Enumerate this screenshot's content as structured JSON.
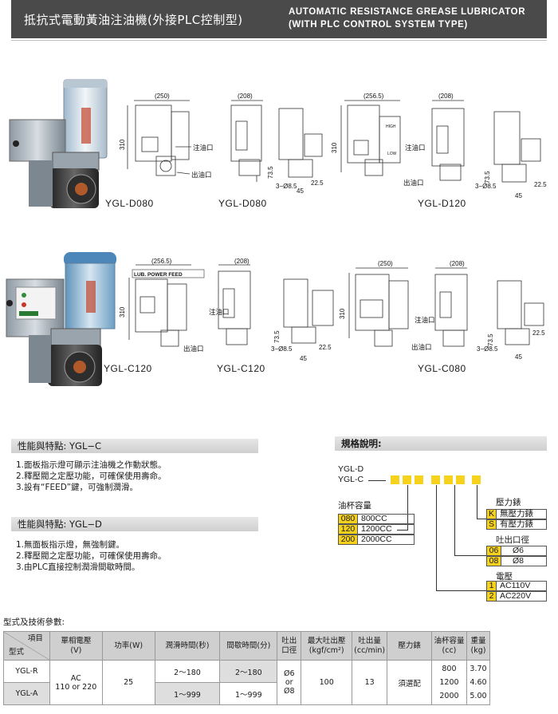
{
  "header": {
    "title_zh": "抵抗式電動黃油注油機(外接PLC控制型)",
    "title_en_line1": "AUTOMATIC RESISTANCE GREASE LUBRICATOR",
    "title_en_line2": "(WITH PLC CONTROL SYSTEM TYPE)"
  },
  "drawings": {
    "top_models": [
      "YGL-D080",
      "YGL-D080",
      "YGL-D120"
    ],
    "bottom_models": [
      "YGL-C120",
      "YGL-C120",
      "YGL-C080"
    ],
    "dims": {
      "w250": "(250)",
      "w208": "(208)",
      "w2565": "(256.5)",
      "h310": "310",
      "h735": "73.5",
      "d225": "22.5",
      "d45": "45",
      "outlet": "3−Ø8.5",
      "inlet_label": "注油口",
      "outlet_label": "出油口",
      "low": "LOW",
      "high": "HIGH",
      "lub_power_feed": "LUB. POWER FEED"
    }
  },
  "features_c": {
    "title": "性能與特點: YGL−C",
    "items": [
      "1.面板指示燈可顯示注油機之作動狀態。",
      "2.釋壓閥之定壓功能，可確保使用壽命。",
      "3.設有“FEED”鍵，可強制潤滑。"
    ]
  },
  "features_d": {
    "title": "性能與特點: YGL−D",
    "items": [
      "1.無面板指示燈，無強制鍵。",
      "2.釋壓閥之定壓功能，可確保使用壽命。",
      "3.由PLC直接控制潤滑間歇時間。"
    ]
  },
  "spec": {
    "title": "規格說明:",
    "code_d": "YGL-D",
    "code_c": "YGL-C",
    "cup_title": "油杯容量",
    "cup": [
      {
        "k": "080",
        "v": "800CC"
      },
      {
        "k": "120",
        "v": "1200CC"
      },
      {
        "k": "200",
        "v": "2000CC"
      }
    ],
    "gauge_title": "壓力錶",
    "gauge": [
      {
        "k": "K",
        "v": "無壓力錶"
      },
      {
        "k": "S",
        "v": "有壓力錶"
      }
    ],
    "outlet_title": "吐出口徑",
    "outlet": [
      {
        "k": "06",
        "v": "Ø6"
      },
      {
        "k": "08",
        "v": "Ø8"
      }
    ],
    "voltage_title": "電壓",
    "voltage": [
      {
        "k": "1",
        "v": "AC110V"
      },
      {
        "k": "2",
        "v": "AC220V"
      }
    ]
  },
  "table": {
    "title": "型式及技術參數:",
    "headers": {
      "item": "項目",
      "model": "型式",
      "voltage": "單相電壓",
      "voltage_unit": "(V)",
      "power": "功率(W)",
      "lube_time": "潤滑時間(秒)",
      "interval": "間歇時間(分)",
      "outlet1": "吐出",
      "outlet2": "口徑",
      "max_pressure": "最大吐出壓",
      "max_pressure_unit": "(kgf/cm²)",
      "discharge": "吐出量",
      "discharge_unit": "(cc/min)",
      "gauge": "壓力錶",
      "cup": "油杯容量",
      "cup_unit": "(cc)",
      "weight": "重量",
      "weight_unit": "(kg)"
    },
    "rows": {
      "model_r": "YGL-R",
      "model_a": "YGL-A",
      "voltage_1": "AC",
      "voltage_2": "110 or 220",
      "power": "25",
      "lube_r": "2～180",
      "lube_a": "1～999",
      "interval_r": "2～180",
      "interval_a": "1～999",
      "outlet_1": "Ø6",
      "outlet_2": "or",
      "outlet_3": "Ø8",
      "max_pressure": "100",
      "discharge": "13",
      "gauge": "須選配",
      "cups": [
        "800",
        "1200",
        "2000"
      ],
      "weights": [
        "3.70",
        "4.60",
        "5.00"
      ]
    }
  }
}
